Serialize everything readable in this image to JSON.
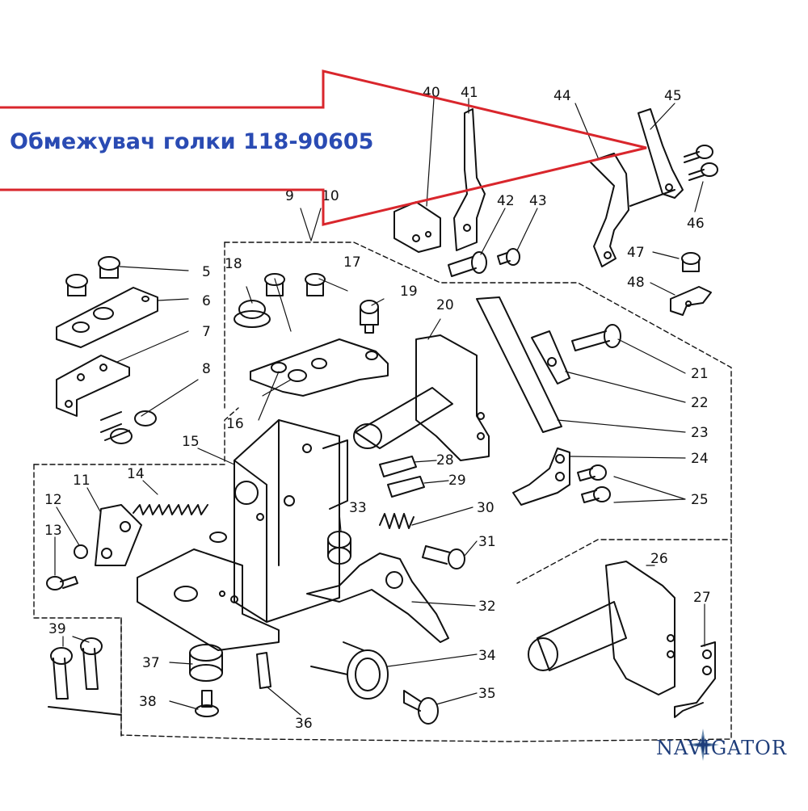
{
  "callout": {
    "title": "Обмежувач голки 118-90605",
    "color": "#d9262c",
    "text_color": "#2a4bb3"
  },
  "brand": {
    "name": "NAVIGATOR",
    "icon": "compass-star-icon",
    "color": "#1e3d7a"
  },
  "parts": [
    {
      "n": "5"
    },
    {
      "n": "6"
    },
    {
      "n": "7"
    },
    {
      "n": "8"
    },
    {
      "n": "9"
    },
    {
      "n": "10"
    },
    {
      "n": "11"
    },
    {
      "n": "12"
    },
    {
      "n": "13"
    },
    {
      "n": "14"
    },
    {
      "n": "15"
    },
    {
      "n": "16"
    },
    {
      "n": "17"
    },
    {
      "n": "18"
    },
    {
      "n": "19"
    },
    {
      "n": "20"
    },
    {
      "n": "21"
    },
    {
      "n": "22"
    },
    {
      "n": "23"
    },
    {
      "n": "24"
    },
    {
      "n": "25"
    },
    {
      "n": "26"
    },
    {
      "n": "27"
    },
    {
      "n": "28"
    },
    {
      "n": "29"
    },
    {
      "n": "30"
    },
    {
      "n": "31"
    },
    {
      "n": "32"
    },
    {
      "n": "33"
    },
    {
      "n": "34"
    },
    {
      "n": "35"
    },
    {
      "n": "36"
    },
    {
      "n": "37"
    },
    {
      "n": "38"
    },
    {
      "n": "39"
    },
    {
      "n": "40"
    },
    {
      "n": "41"
    },
    {
      "n": "42"
    },
    {
      "n": "43"
    },
    {
      "n": "44"
    },
    {
      "n": "45"
    },
    {
      "n": "46"
    },
    {
      "n": "47"
    },
    {
      "n": "48"
    }
  ]
}
